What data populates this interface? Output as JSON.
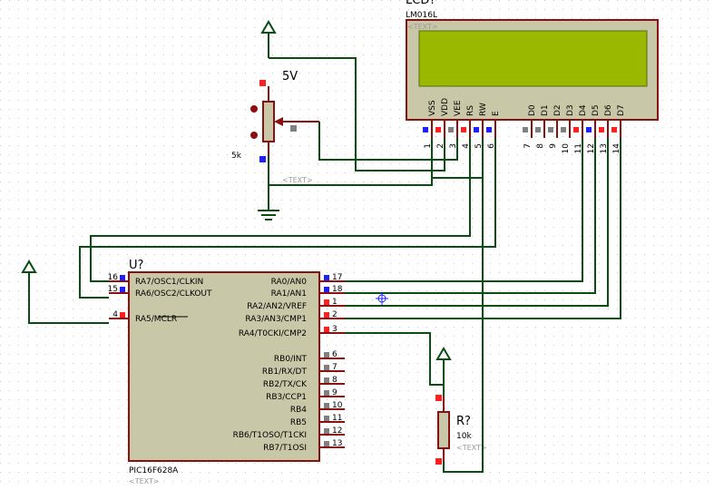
{
  "colors": {
    "background": "#ffffff",
    "grid_dot": "#c8c8c8",
    "wire": "#0a4d12",
    "component_body": "#c8c8a8",
    "component_outline": "#8a1010",
    "lcd_screen": "#9ab800",
    "pin_marker_red": "#ff2020",
    "pin_marker_blue": "#2020ff",
    "pin_marker_gray": "#808080"
  },
  "lcd": {
    "ref": "LCD?",
    "model": "LM016L",
    "text_placeholder": "<TEXT>",
    "pins": [
      {
        "name": "VSS",
        "num": "1"
      },
      {
        "name": "VDD",
        "num": "2"
      },
      {
        "name": "VEE",
        "num": "3"
      },
      {
        "name": "RS",
        "num": "4"
      },
      {
        "name": "RW",
        "num": "5"
      },
      {
        "name": "E",
        "num": "6"
      },
      {
        "name": "D0",
        "num": "7"
      },
      {
        "name": "D1",
        "num": "8"
      },
      {
        "name": "D2",
        "num": "9"
      },
      {
        "name": "D3",
        "num": "10"
      },
      {
        "name": "D4",
        "num": "11"
      },
      {
        "name": "D5",
        "num": "12"
      },
      {
        "name": "D6",
        "num": "13"
      },
      {
        "name": "D7",
        "num": "14"
      }
    ]
  },
  "pot": {
    "value": "5k",
    "supply_label": "5V",
    "text_placeholder": "<TEXT>"
  },
  "mcu": {
    "ref": "U?",
    "model": "PIC16F628A",
    "text_placeholder": "<TEXT>",
    "left_pins": [
      {
        "name": "RA7/OSC1/CLKIN",
        "num": "16"
      },
      {
        "name": "RA6/OSC2/CLKOUT",
        "num": "15"
      },
      {
        "name": "RA5/MCLR",
        "num": "4"
      }
    ],
    "right_pins": [
      {
        "name": "RA0/AN0",
        "num": "17"
      },
      {
        "name": "RA1/AN1",
        "num": "18"
      },
      {
        "name": "RA2/AN2/VREF",
        "num": "1"
      },
      {
        "name": "RA3/AN3/CMP1",
        "num": "2"
      },
      {
        "name": "RA4/T0CKI/CMP2",
        "num": "3"
      },
      {
        "name": "RB0/INT",
        "num": "6"
      },
      {
        "name": "RB1/RX/DT",
        "num": "7"
      },
      {
        "name": "RB2/TX/CK",
        "num": "8"
      },
      {
        "name": "RB3/CCP1",
        "num": "9"
      },
      {
        "name": "RB4",
        "num": "10"
      },
      {
        "name": "RB5",
        "num": "11"
      },
      {
        "name": "RB6/T1OSO/T1CKI",
        "num": "12"
      },
      {
        "name": "RB7/T1OSI",
        "num": "13"
      }
    ]
  },
  "resistor": {
    "ref": "R?",
    "value": "10k",
    "text_placeholder": "<TEXT>"
  }
}
